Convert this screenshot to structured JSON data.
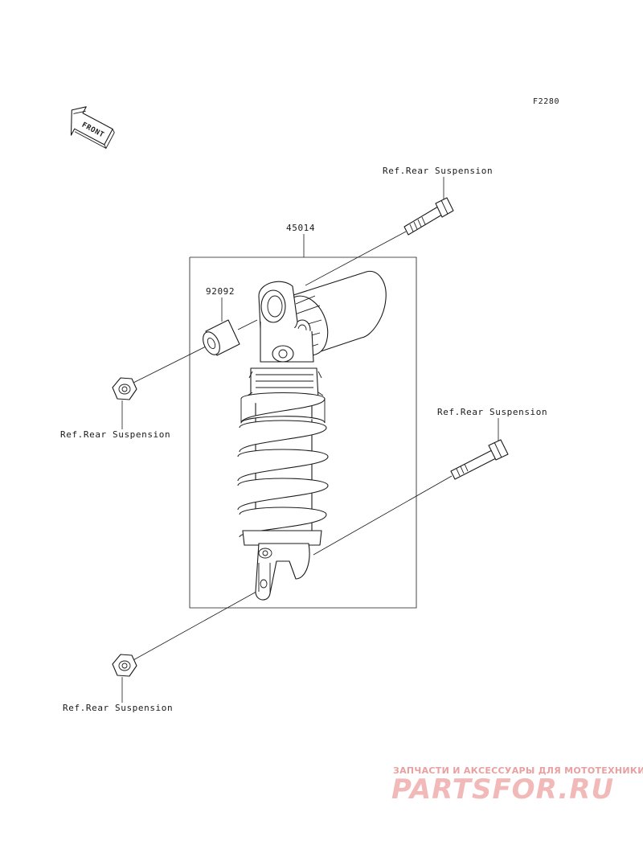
{
  "diagram": {
    "code": "F2280",
    "front_label": "FRONT",
    "parts": {
      "shock_absorber": "45014",
      "bushing": "92092"
    },
    "refs": {
      "top_bolt": "Ref.Rear Suspension",
      "left_nut": "Ref.Rear Suspension",
      "right_bolt": "Ref.Rear Suspension",
      "bottom_nut": "Ref.Rear Suspension"
    }
  },
  "watermark": {
    "tagline": "ЗАПЧАСТИ И АКСЕССУАРЫ ДЛЯ МОТОТЕХНИКИ",
    "brand": "PARTSFOR.RU",
    "color": "#e8a0a0"
  }
}
